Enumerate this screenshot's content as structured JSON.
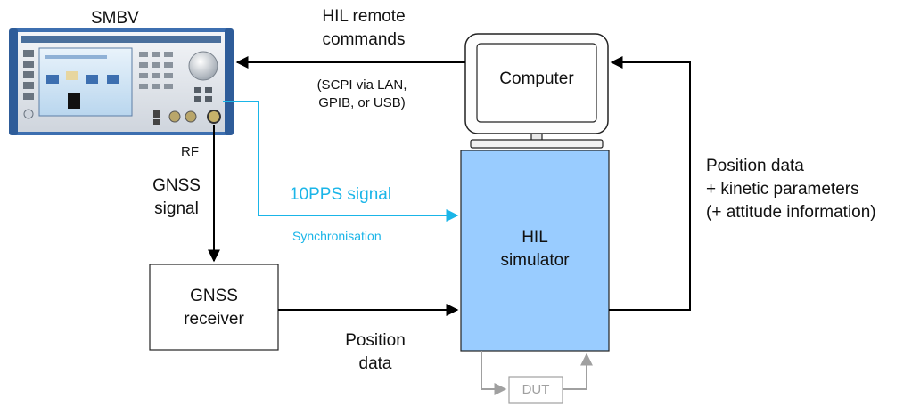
{
  "instrument": {
    "name": "SMBV"
  },
  "labels": {
    "hil_remote_line1": "HIL remote",
    "hil_remote_line2": "commands",
    "scpi_line1": "(SCPI via LAN,",
    "scpi_line2": "GPIB, or USB)",
    "rf": "RF",
    "gnss_signal_line1": "GNSS",
    "gnss_signal_line2": "signal",
    "pps_signal": "10PPS signal",
    "synchronisation": "Synchronisation",
    "position_data_line1": "Position",
    "position_data_line2": "data",
    "feedback_line1": "Position data",
    "feedback_line2": "+ kinetic parameters",
    "feedback_line3": "(+ attitude information)"
  },
  "nodes": {
    "computer": "Computer",
    "hil_sim_line1": "HIL",
    "hil_sim_line2": "simulator",
    "gnss_recv_line1": "GNSS",
    "gnss_recv_line2": "receiver",
    "dut": "DUT"
  },
  "colors": {
    "accent_cyan": "#1ab5e8",
    "hil_fill": "#99ccff",
    "dut_gray": "#a0a0a0",
    "instrument_blue": "#3d6fb0"
  }
}
